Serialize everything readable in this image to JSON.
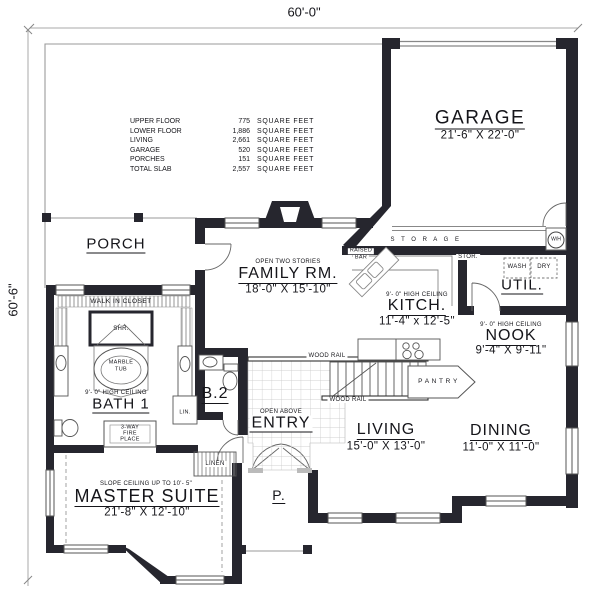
{
  "dimensions": {
    "width": "60'-0\"",
    "height": "60'-6\""
  },
  "area_table": {
    "rows": [
      {
        "label": "UPPER FLOOR",
        "value": "775",
        "unit": "SQUARE FEET"
      },
      {
        "label": "LOWER FLOOR",
        "value": "1,886",
        "unit": "SQUARE FEET"
      },
      {
        "label": "LIVING",
        "value": "2,661",
        "unit": "SQUARE FEET"
      },
      {
        "label": "GARAGE",
        "value": "520",
        "unit": "SQUARE FEET"
      },
      {
        "label": "PORCHES",
        "value": "151",
        "unit": "SQUARE FEET"
      },
      {
        "label": "TOTAL SLAB",
        "value": "2,557",
        "unit": "SQUARE FEET"
      }
    ]
  },
  "rooms": {
    "porch": {
      "name": "PORCH"
    },
    "garage": {
      "name": "GARAGE",
      "dims": "21'-6\" X 22'-0\""
    },
    "family": {
      "note": "OPEN TWO STORIES",
      "name": "FAMILY RM.",
      "dims": "18'-0\" X 15'-10\""
    },
    "kitchen": {
      "note": "9'- 0\" HIGH CEILING",
      "name": "KITCH.",
      "dims": "11'-4\" x 12'-5\""
    },
    "nook": {
      "note": "9'- 0\" HIGH CEILING",
      "name": "NOOK",
      "dims": "9'-4\" X 9'-11\""
    },
    "util": {
      "name": "UTIL."
    },
    "bath1": {
      "note": "9'- 0\" HIGH CEILING",
      "name": "BATH 1"
    },
    "bath2": {
      "name": "B.2"
    },
    "entry": {
      "note": "OPEN ABOVE",
      "name": "ENTRY"
    },
    "living": {
      "name": "LIVING",
      "dims": "15'-0\" X 13'-0\""
    },
    "dining": {
      "name": "DINING",
      "dims": "11'-0\" X 11'-0\""
    },
    "master": {
      "note": "SLOPE CEILING UP TO 10'- 5\"",
      "name": "MASTER SUITE",
      "dims": "21'-8\" X 12'-10\""
    },
    "front_porch": {
      "name": "P."
    }
  },
  "labels": {
    "storage": "S T O R A G E",
    "stor": "STOR.",
    "water_heater": "W/H",
    "wash": "WASH",
    "dry": "DRY",
    "raised_bar_1": "RAISED",
    "raised_bar_2": "BAR",
    "pantry": "P A N T R Y",
    "wood_rail": "WOOD RAIL",
    "walk_in_closet": "WALK IN CLOSET",
    "shower": "SHR.",
    "marble_tub_1": "MARBLE",
    "marble_tub_2": "TUB",
    "linen_small": "LIN.",
    "linen": "LINEN",
    "fireplace_1": "3-WAY",
    "fireplace_2": "FIRE",
    "fireplace_3": "PLACE"
  }
}
